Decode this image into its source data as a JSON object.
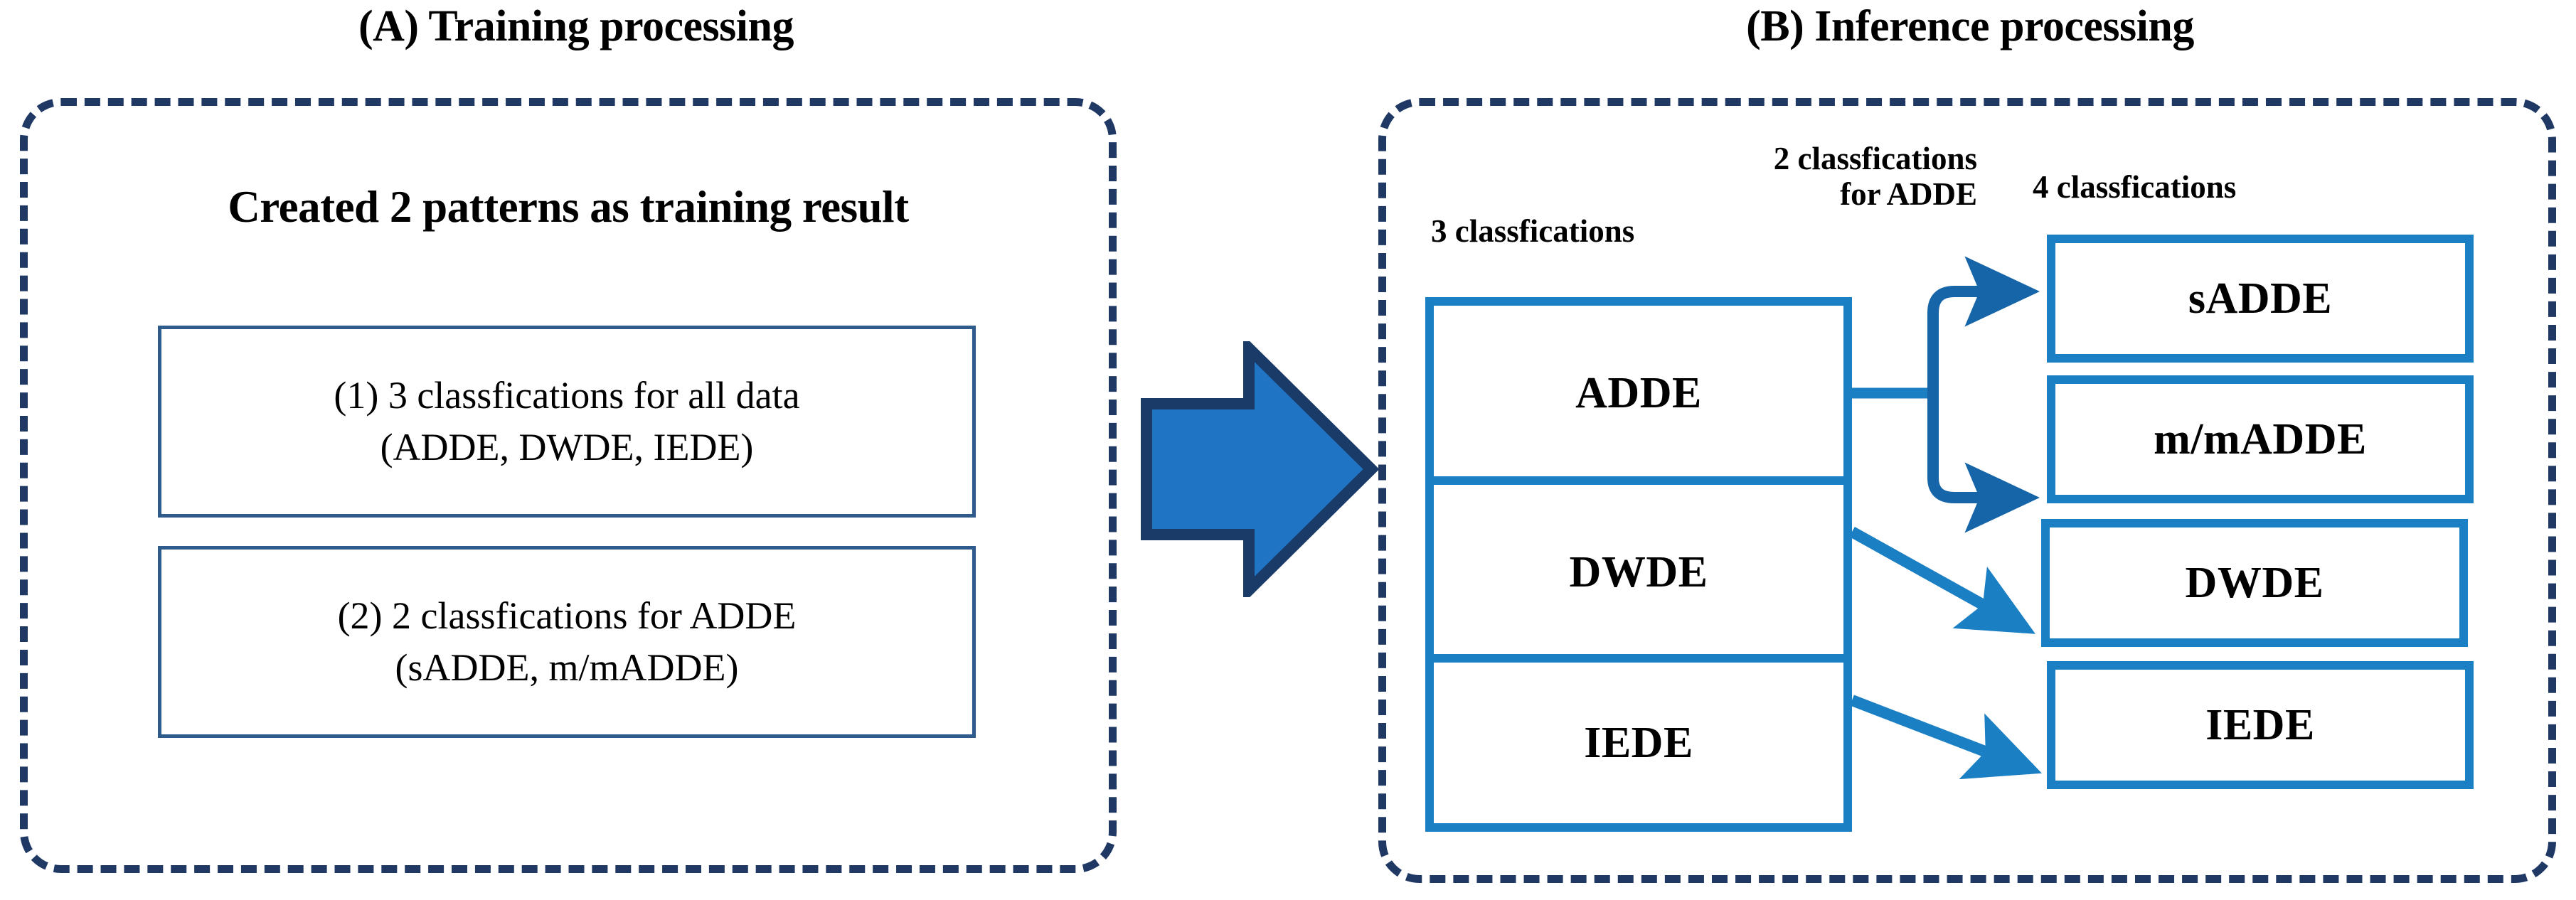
{
  "panels": {
    "a": {
      "title": "(A) Training processing",
      "heading": "Created 2 patterns as training result",
      "boxes": [
        {
          "line1": "(1) 3 classfications for all data",
          "line2": "(ADDE, DWDE, IEDE)"
        },
        {
          "line1": "(2) 2 classfications for ADDE",
          "line2": "(sADDE, m/mADDE)"
        }
      ]
    },
    "b": {
      "title": "(B) Inference processing",
      "labels": {
        "input_count": "3 classfications",
        "adde_split_line1": "2 classfications",
        "adde_split_line2": "for ADDE",
        "output_count": "4 classfications"
      },
      "input_boxes": [
        {
          "label": "ADDE"
        },
        {
          "label": "DWDE"
        },
        {
          "label": "IEDE"
        }
      ],
      "output_boxes": [
        {
          "label": "sADDE"
        },
        {
          "label": "m/mADDE"
        },
        {
          "label": "DWDE"
        },
        {
          "label": "IEDE"
        }
      ]
    }
  },
  "flow": {
    "center_arrow": "right-block-arrow",
    "edges": [
      {
        "from": "ADDE",
        "to": "sADDE"
      },
      {
        "from": "ADDE",
        "to": "m/mADDE"
      },
      {
        "from": "DWDE",
        "to": "DWDE"
      },
      {
        "from": "IEDE",
        "to": "IEDE"
      }
    ]
  },
  "colors": {
    "panel_border": "#1F3864",
    "box_border_light": "#2E5A8C",
    "box_border_strong": "#1B7FC4",
    "arrow_fill": "#1F75C4",
    "arrow_outline": "#1A3A68",
    "connector": "#1B7FC4",
    "connector_dark": "#1565A8",
    "text": "#000000",
    "background": "#FFFFFF"
  }
}
